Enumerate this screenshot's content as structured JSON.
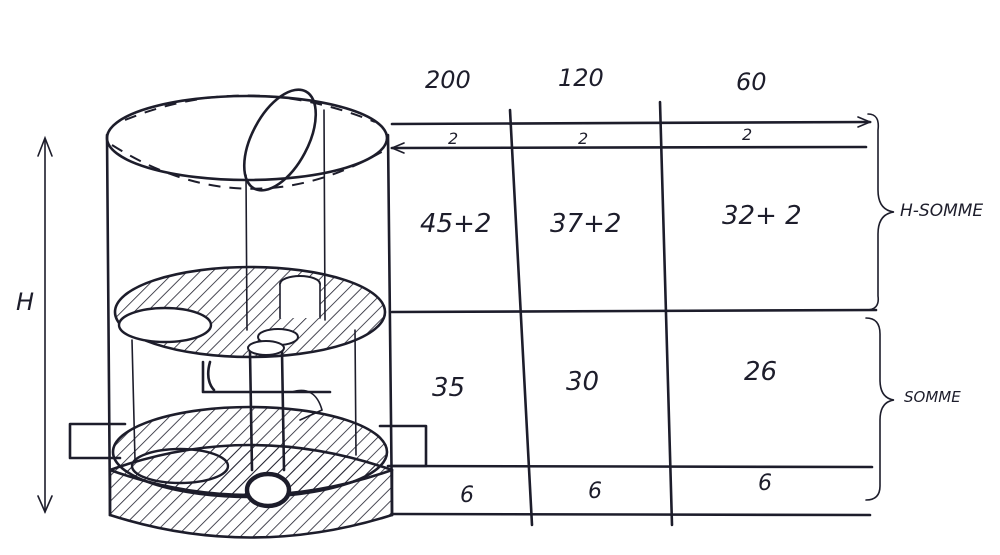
{
  "columns": [
    "200",
    "120",
    "60"
  ],
  "rows": [
    {
      "cells": [
        "2",
        "2",
        "2"
      ]
    },
    {
      "cells": [
        "45+2",
        "37+2",
        "32+ 2"
      ]
    },
    {
      "cells": [
        "35",
        "30",
        "26"
      ]
    },
    {
      "cells": [
        "6",
        "6",
        "6"
      ]
    }
  ],
  "brace_labels": {
    "upper": "H-SOMME",
    "lower": "SOMME"
  },
  "height_label": "H"
}
